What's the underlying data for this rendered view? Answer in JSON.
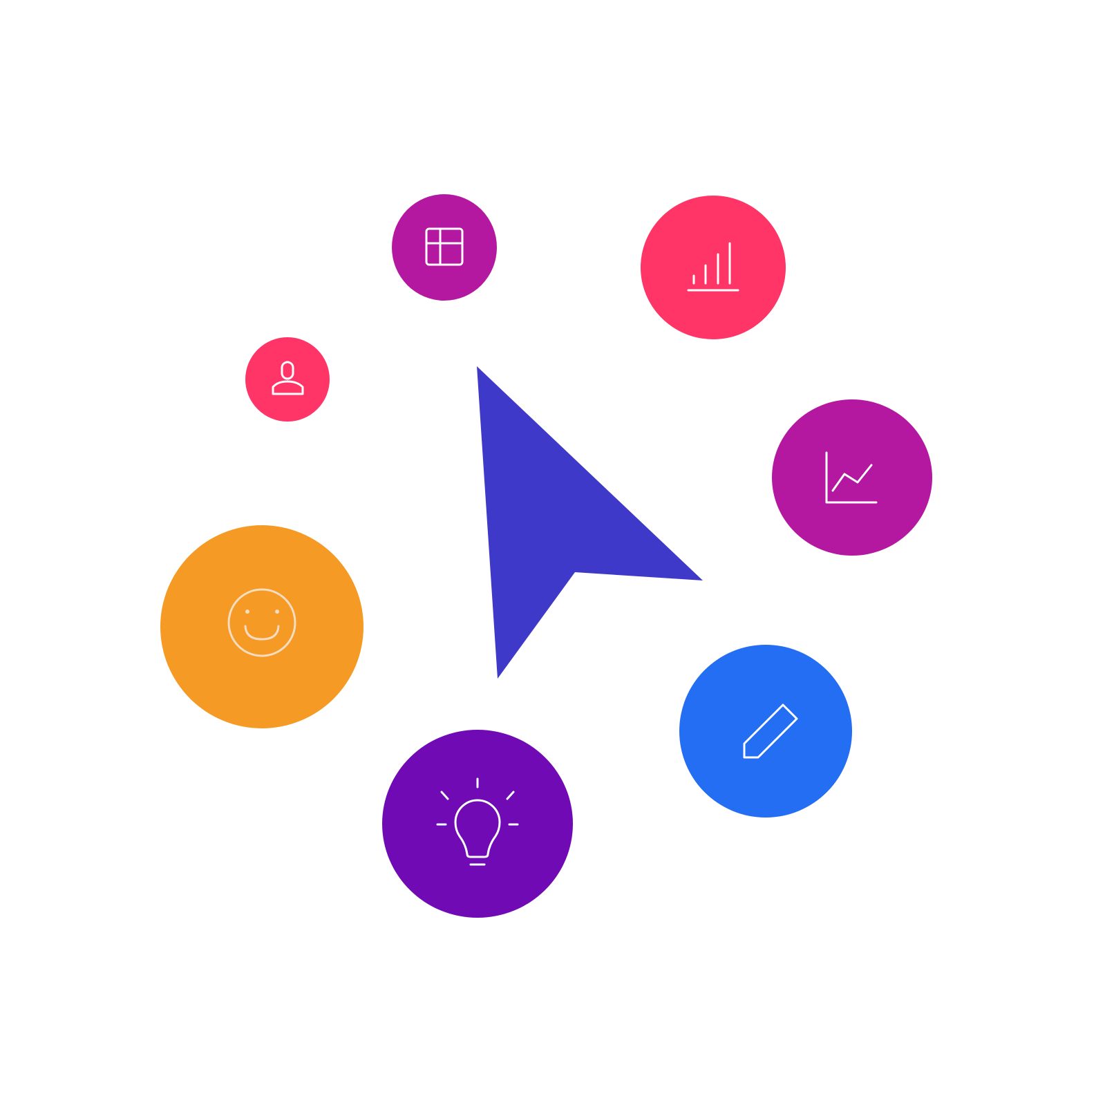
{
  "colors": {
    "background": "#ffffff",
    "cursor": "#3f39c9",
    "pink": "#ff3467",
    "magenta": "#b418a0",
    "orange": "#f59a25",
    "purple": "#6f0ab5",
    "blue": "#236ef3",
    "icon_stroke": "#ffffff"
  },
  "bubbles": [
    {
      "name": "table-bubble",
      "icon": "table-grid-icon",
      "color": "#b418a0"
    },
    {
      "name": "bar-chart-bubble",
      "icon": "bar-chart-icon",
      "color": "#ff3467"
    },
    {
      "name": "user-bubble",
      "icon": "user-icon",
      "color": "#ff3467"
    },
    {
      "name": "line-chart-bubble",
      "icon": "line-chart-icon",
      "color": "#b418a0"
    },
    {
      "name": "smiley-bubble",
      "icon": "smiley-face-icon",
      "color": "#f59a25"
    },
    {
      "name": "pencil-bubble",
      "icon": "pencil-icon",
      "color": "#236ef3"
    },
    {
      "name": "lightbulb-bubble",
      "icon": "lightbulb-icon",
      "color": "#6f0ab5"
    }
  ],
  "cursor": {
    "icon": "mouse-pointer-icon"
  }
}
